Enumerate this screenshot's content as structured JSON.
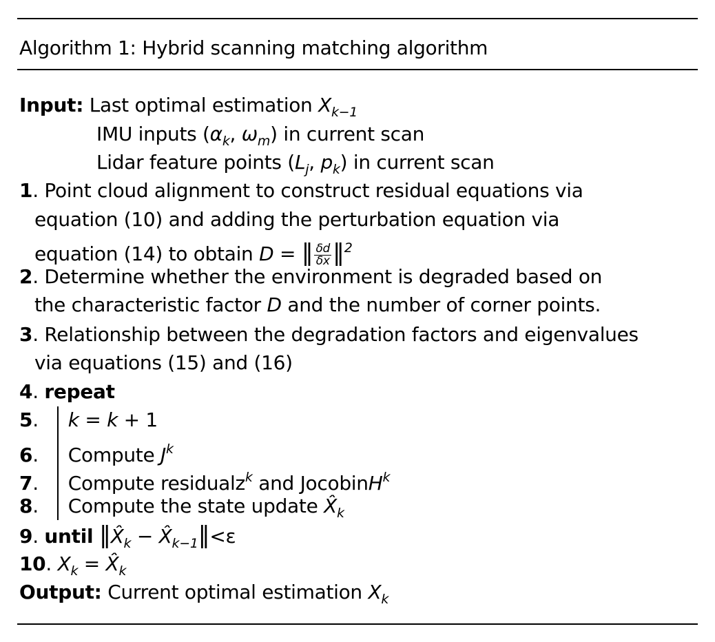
{
  "title": "Algorithm 1: Hybrid scanning matching algorithm",
  "lines": [
    {
      "indent": 0,
      "segs": [
        {
          "t": "Input:",
          "s": "b"
        },
        {
          "t": " Last optimal estimation "
        },
        {
          "t": "X",
          "s": "i"
        },
        {
          "t": "k−1",
          "s": "sub"
        }
      ]
    },
    {
      "indent": 1,
      "segs": [
        {
          "t": "IMU inputs ("
        },
        {
          "t": "α",
          "s": "i"
        },
        {
          "t": "k",
          "s": "sub"
        },
        {
          "t": ", "
        },
        {
          "t": "ω",
          "s": "i"
        },
        {
          "t": "m",
          "s": "sub"
        },
        {
          "t": ") in current scan"
        }
      ]
    },
    {
      "indent": 1,
      "segs": [
        {
          "t": "Lidar feature points ("
        },
        {
          "t": "L",
          "s": "i"
        },
        {
          "t": "j",
          "s": "sub"
        },
        {
          "t": ", "
        },
        {
          "t": "p",
          "s": "i"
        },
        {
          "t": "k",
          "s": "sub"
        },
        {
          "t": ") in current scan"
        }
      ]
    },
    {
      "indent": 0,
      "segs": [
        {
          "t": "1",
          "s": "b"
        },
        {
          "t": ". Point cloud alignment to construct residual equations via"
        }
      ]
    },
    {
      "indent": 2,
      "segs": [
        {
          "t": "equation (10) and adding the perturbation equation via"
        }
      ]
    },
    {
      "indent": 2,
      "segs": [
        {
          "t": "equation (14) to obtain "
        },
        {
          "t": "D",
          "s": "i"
        },
        {
          "t": " = "
        },
        {
          "t": "‖",
          "s": "norm"
        },
        {
          "s": "frac",
          "num": "δd",
          "den": "δx"
        },
        {
          "t": "‖",
          "s": "norm"
        },
        {
          "t": "2",
          "s": "sup"
        }
      ]
    },
    {
      "indent": 0,
      "segs": [
        {
          "t": "2",
          "s": "b"
        },
        {
          "t": ". Determine whether the environment is degraded based on"
        }
      ]
    },
    {
      "indent": 2,
      "segs": [
        {
          "t": "the characteristic factor "
        },
        {
          "t": "D",
          "s": "i"
        },
        {
          "t": " and the number of corner points."
        }
      ]
    },
    {
      "indent": 0,
      "segs": [
        {
          "t": "3",
          "s": "b"
        },
        {
          "t": ". Relationship between the degradation factors and eigenvalues"
        }
      ]
    },
    {
      "indent": 2,
      "segs": [
        {
          "t": "via equations (15) and (16)"
        }
      ]
    },
    {
      "indent": 0,
      "segs": [
        {
          "t": "4",
          "s": "b"
        },
        {
          "t": ". "
        },
        {
          "t": "repeat",
          "s": "b"
        }
      ]
    },
    {
      "indent": 0,
      "segs": [
        {
          "t": "5",
          "s": "b"
        },
        {
          "t": ".     "
        },
        {
          "t": "k",
          "s": "i"
        },
        {
          "t": " = "
        },
        {
          "t": "k",
          "s": "i"
        },
        {
          "t": " + 1"
        }
      ]
    },
    {
      "indent": 0,
      "segs": [
        {
          "t": "6",
          "s": "b"
        },
        {
          "t": ".     Compute "
        },
        {
          "t": "J",
          "s": "i"
        },
        {
          "t": "k",
          "s": "sup"
        }
      ]
    },
    {
      "indent": 0,
      "segs": [
        {
          "t": "7",
          "s": "b"
        },
        {
          "t": ".     Compute residualz"
        },
        {
          "t": "k",
          "s": "sup"
        },
        {
          "t": " and Jocobin"
        },
        {
          "t": "H",
          "s": "i"
        },
        {
          "t": "k",
          "s": "sup"
        }
      ]
    },
    {
      "indent": 0,
      "segs": [
        {
          "t": "8",
          "s": "b"
        },
        {
          "t": ".     Compute the state update "
        },
        {
          "t": "X̂",
          "s": "i"
        },
        {
          "t": "k",
          "s": "sub"
        }
      ]
    },
    {
      "indent": 0,
      "segs": [
        {
          "t": "9",
          "s": "b"
        },
        {
          "t": ". "
        },
        {
          "t": "until",
          "s": "b"
        },
        {
          "t": " "
        },
        {
          "t": "‖",
          "s": "norm"
        },
        {
          "t": "X̂",
          "s": "i"
        },
        {
          "t": "k",
          "s": "sub"
        },
        {
          "t": " − "
        },
        {
          "t": "X̂",
          "s": "i"
        },
        {
          "t": "k−1",
          "s": "sub"
        },
        {
          "t": "‖",
          "s": "norm"
        },
        {
          "t": "<ε"
        }
      ]
    },
    {
      "indent": 0,
      "segs": [
        {
          "t": "10",
          "s": "b"
        },
        {
          "t": ". "
        },
        {
          "t": "X",
          "s": "i"
        },
        {
          "t": "k",
          "s": "sub"
        },
        {
          "t": " = "
        },
        {
          "t": "X̂",
          "s": "i"
        },
        {
          "t": "k",
          "s": "sub"
        }
      ]
    },
    {
      "indent": 0,
      "segs": [
        {
          "t": "Output:",
          "s": "b"
        },
        {
          "t": " Current optimal estimation "
        },
        {
          "t": "X",
          "s": "i"
        },
        {
          "t": "k",
          "s": "sub"
        }
      ]
    }
  ]
}
